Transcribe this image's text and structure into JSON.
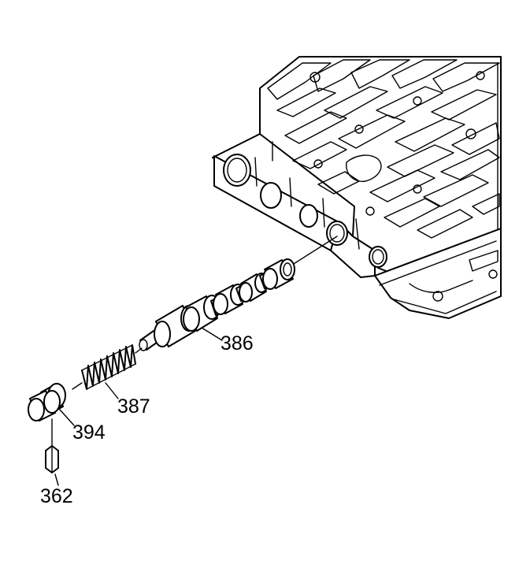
{
  "diagram": {
    "callouts": {
      "valve": "386",
      "spring": "387",
      "bore_plug": "394",
      "retainer_clip": "362"
    }
  }
}
